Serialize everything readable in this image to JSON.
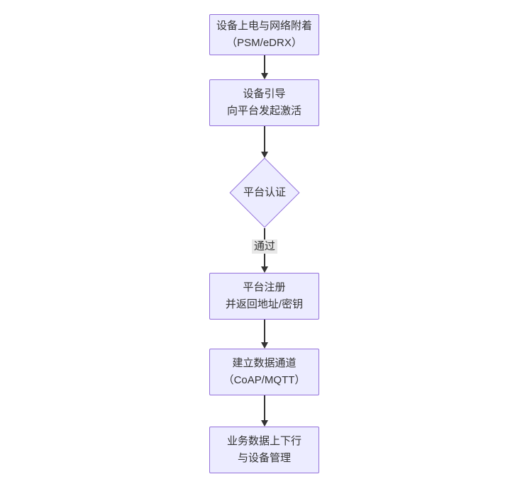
{
  "diagram": {
    "type": "flowchart-vertical",
    "colors": {
      "background": "#ffffff",
      "node_fill": "#ECECFF",
      "node_border": "#9370DB",
      "edge": "#333333",
      "edge_label_bg": "#e8e8e8",
      "text": "#333333"
    },
    "nodes": [
      {
        "id": "power-on",
        "shape": "rect",
        "line1": "设备上电与网络附着",
        "line2": "（PSM/eDRX）"
      },
      {
        "id": "bootstrap",
        "shape": "rect",
        "line1": "设备引导",
        "line2": "向平台发起激活"
      },
      {
        "id": "auth",
        "shape": "diamond",
        "line1": "平台认证",
        "line2": ""
      },
      {
        "id": "register",
        "shape": "rect",
        "line1": "平台注册",
        "line2": "并返回地址/密钥"
      },
      {
        "id": "channel",
        "shape": "rect",
        "line1": "建立数据通道",
        "line2": "（CoAP/MQTT）"
      },
      {
        "id": "business",
        "shape": "rect",
        "line1": "业务数据上下行",
        "line2": "与设备管理"
      }
    ],
    "edges": [
      {
        "from": "power-on",
        "to": "bootstrap",
        "label": ""
      },
      {
        "from": "bootstrap",
        "to": "auth",
        "label": ""
      },
      {
        "from": "auth",
        "to": "register",
        "label": "通过"
      },
      {
        "from": "register",
        "to": "channel",
        "label": ""
      },
      {
        "from": "channel",
        "to": "business",
        "label": ""
      }
    ]
  }
}
